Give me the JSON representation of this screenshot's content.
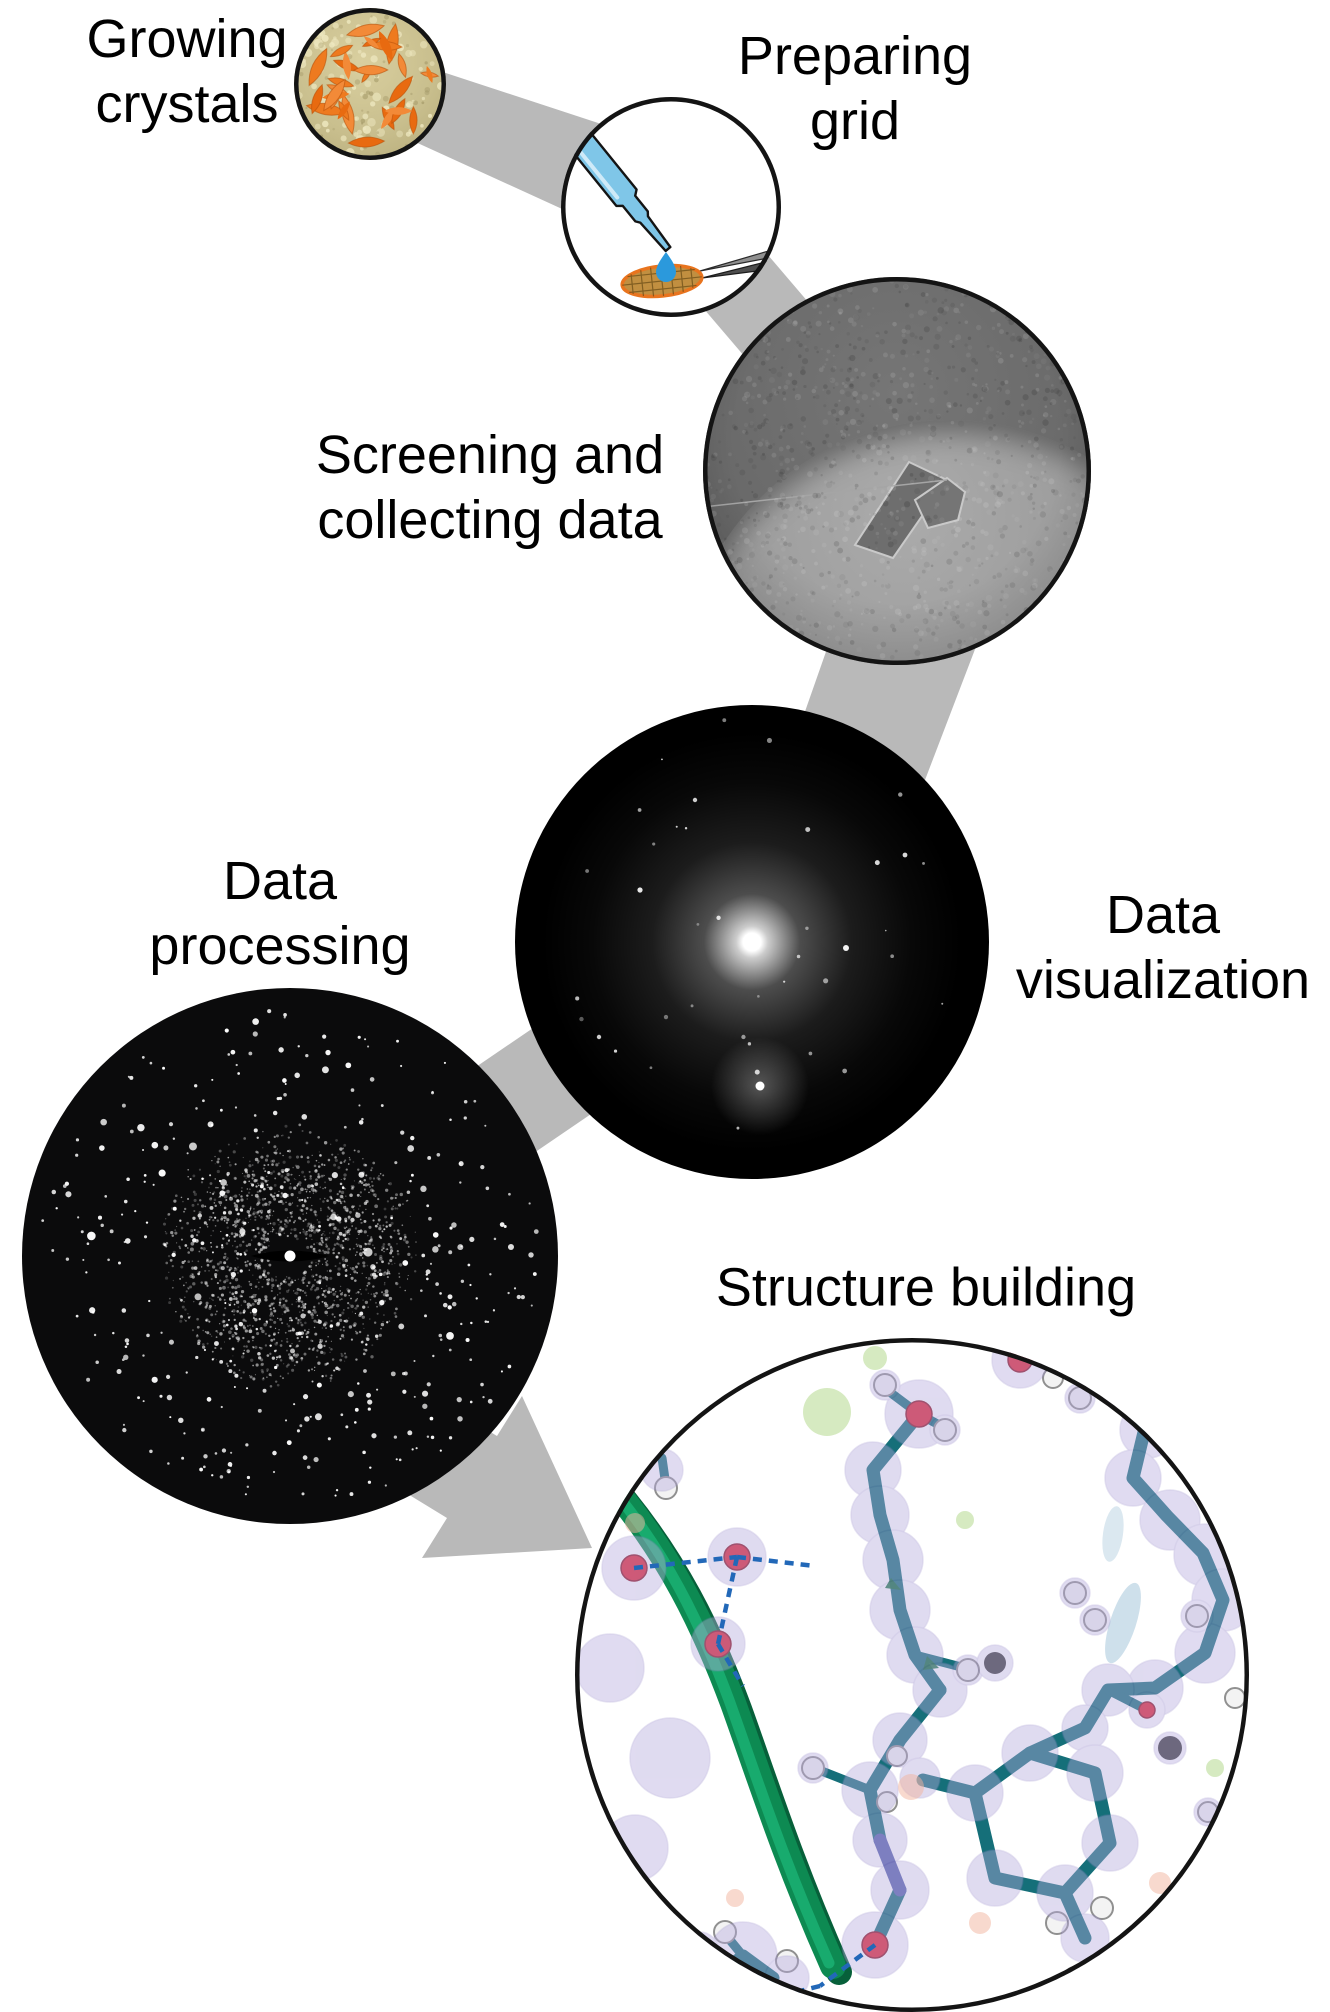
{
  "steps": [
    {
      "id": "growing-crystals",
      "lines": [
        "Growing",
        "crystals"
      ]
    },
    {
      "id": "preparing-grid",
      "lines": [
        "Preparing",
        "grid"
      ]
    },
    {
      "id": "screening-collecting",
      "lines": [
        "Screening and",
        "collecting data"
      ]
    },
    {
      "id": "data-visualization",
      "lines": [
        "Data",
        "visualization"
      ]
    },
    {
      "id": "data-processing",
      "lines": [
        "Data",
        "processing"
      ]
    },
    {
      "id": "structure-building",
      "lines": [
        "Structure building"
      ]
    }
  ],
  "icons": [
    "crystal-dish-icon",
    "pipette-icon",
    "droplet-icon",
    "tem-grid-icon",
    "tweezers-icon",
    "tem-micrograph-icon",
    "diffraction-pattern-icon",
    "processed-pattern-icon",
    "molecular-model-icon",
    "flow-band-connector",
    "flow-arrow-connector"
  ],
  "colors": {
    "background": "#ffffff",
    "connector_gray": "#b9b9b9",
    "label_text": "#000000",
    "crystal_orange": "#ee7a1f",
    "crystal_dish_tan": "#c9bf8e",
    "pipette_blue": "#7fc6e8",
    "droplet_blue": "#2b99dc",
    "grid_tan": "#c18f40",
    "grid_border_orange": "#e8741e",
    "tem_gray": "#6a6a6a",
    "diffraction_black": "#000000",
    "ribbon_green": "#0d8a52",
    "stick_teal": "#156f79",
    "oxygen_red": "#e0212f",
    "hydrogen_white": "#f3f3f3",
    "density_lavender": "#b5aadd",
    "density_green": "#aed584",
    "density_salmon": "#f2b39e",
    "hbond_blue": "#2268b8"
  }
}
